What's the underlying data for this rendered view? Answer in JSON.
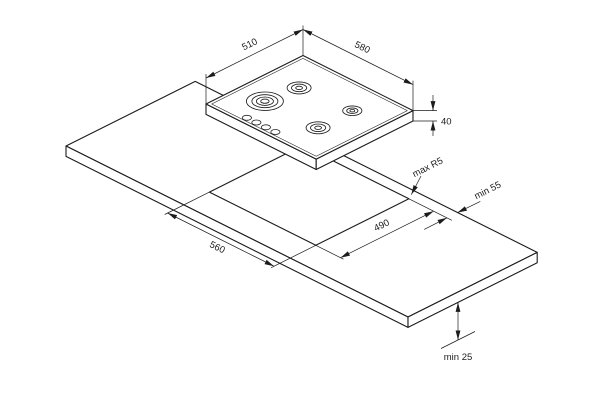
{
  "labels": {
    "hob_depth": "510",
    "hob_width": "580",
    "hob_thickness": "40",
    "cutout_length": "560",
    "cutout_depth": "490",
    "cutout_corner_radius": "max R5",
    "rear_edge_clearance": "min 55",
    "underside_clearance": "min 25"
  },
  "colors": {
    "line": "#1c1c1c",
    "background": "#ffffff"
  }
}
